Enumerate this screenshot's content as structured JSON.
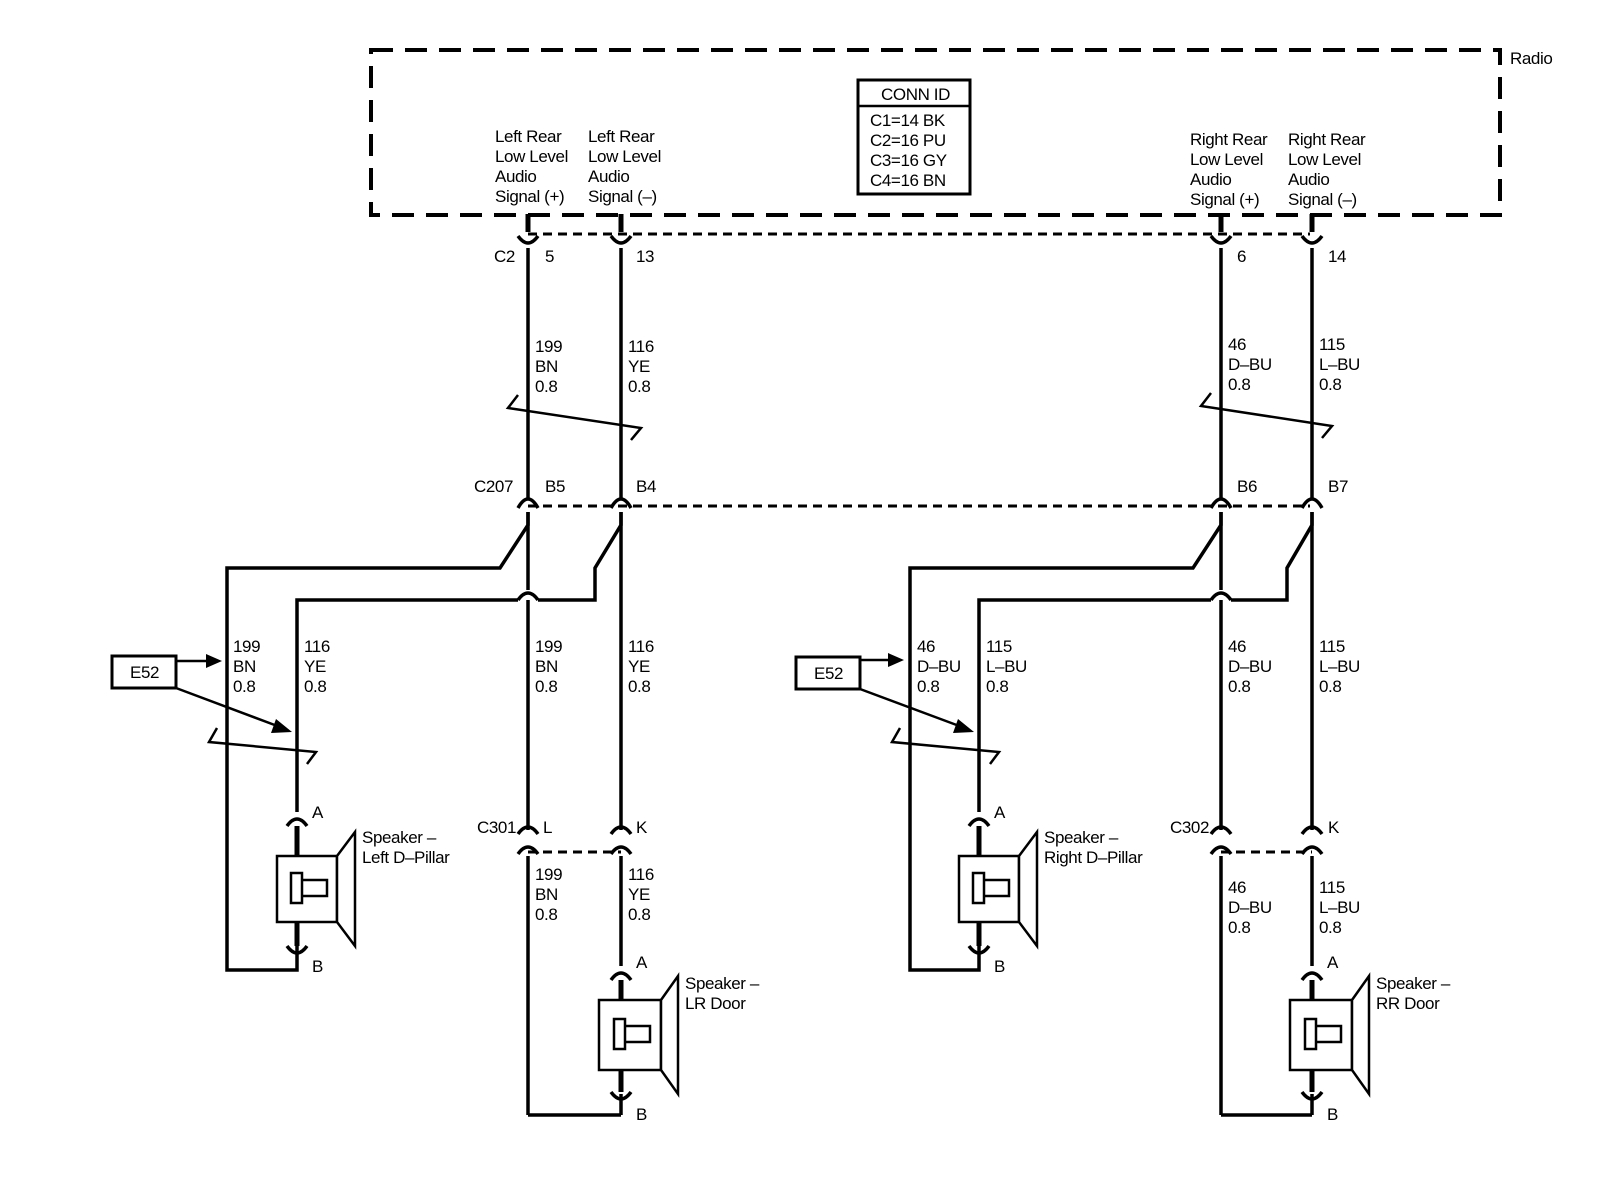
{
  "module": {
    "name": "Radio"
  },
  "conn_id": {
    "title": "CONN ID",
    "lines": [
      "C1=14 BK",
      "C2=16 PU",
      "C3=16 GY",
      "C4=16 BN"
    ]
  },
  "signals": {
    "left_plus": [
      "Left Rear",
      "Low Level",
      "Audio",
      "Signal (+)"
    ],
    "left_minus": [
      "Left Rear",
      "Low Level",
      "Audio",
      "Signal (–)"
    ],
    "right_plus": [
      "Right Rear",
      "Low Level",
      "Audio",
      "Signal (+)"
    ],
    "right_minus": [
      "Right Rear",
      "Low Level",
      "Audio",
      "Signal (–)"
    ]
  },
  "connectors": {
    "c2": {
      "name": "C2",
      "pins": [
        "5",
        "13",
        "6",
        "14"
      ]
    },
    "c207": {
      "name": "C207",
      "pins": [
        "B5",
        "B4",
        "B6",
        "B7"
      ]
    },
    "c301": {
      "name": "C301",
      "pins": [
        "L",
        "K"
      ]
    },
    "c302": {
      "name": "C302",
      "pins": [
        "K"
      ]
    }
  },
  "wires": {
    "w199": [
      "199",
      "BN",
      "0.8"
    ],
    "w116": [
      "116",
      "YE",
      "0.8"
    ],
    "w46": [
      "46",
      "D–BU",
      "0.8"
    ],
    "w115": [
      "115",
      "L–BU",
      "0.8"
    ]
  },
  "splice_ref": {
    "label": "E52"
  },
  "speakers": {
    "left_d_pillar": [
      "Speaker –",
      "Left D–Pillar"
    ],
    "lr_door": [
      "Speaker –",
      "LR Door"
    ],
    "right_d_pillar": [
      "Speaker –",
      "Right D–Pillar"
    ],
    "rr_door": [
      "Speaker –",
      "RR Door"
    ]
  },
  "terminals": {
    "a": "A",
    "b": "B"
  }
}
